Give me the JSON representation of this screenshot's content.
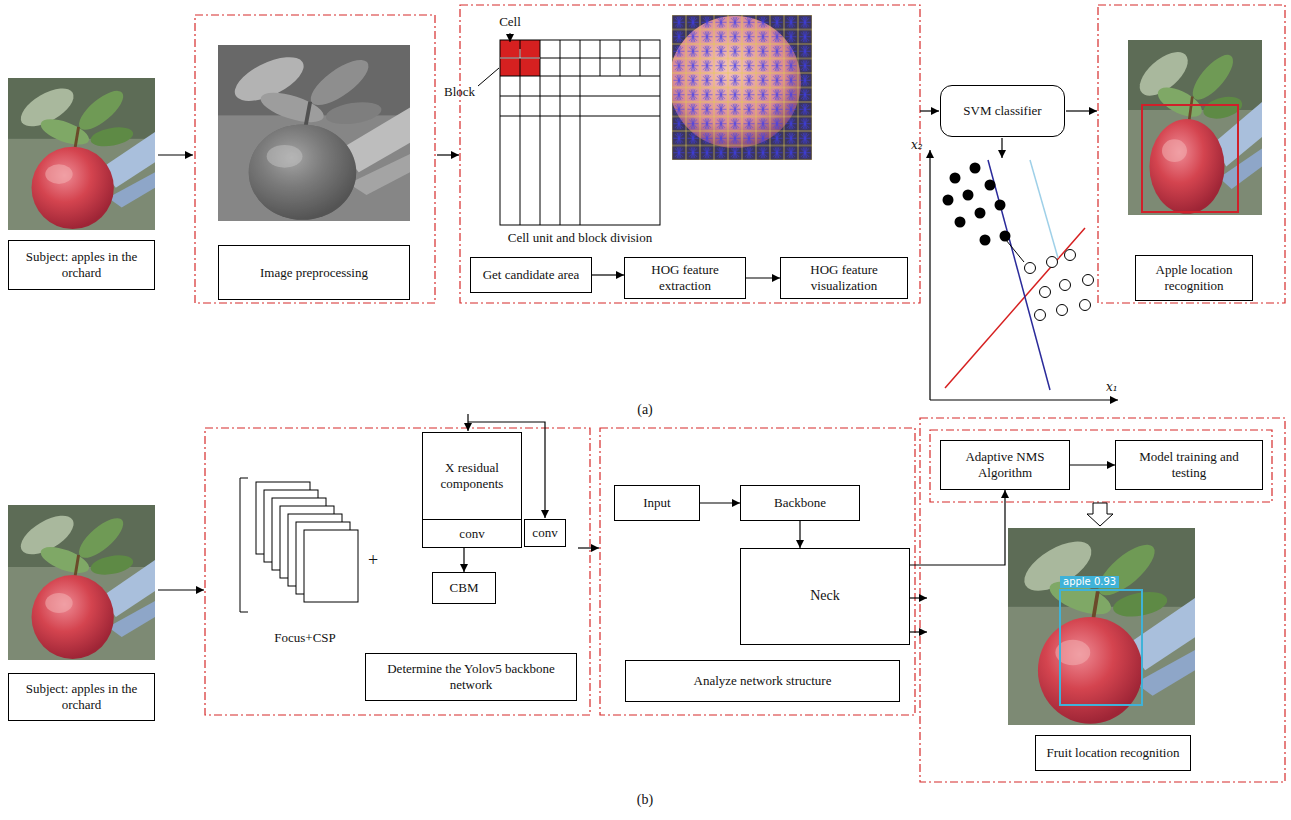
{
  "diagram": {
    "nodes": [
      {
        "text": [
          "Subject: apples in the orchard"
        ]
      },
      {
        "text": [
          "Image preprocessing"
        ]
      },
      {
        "text": [
          "Get candidate area"
        ]
      },
      {
        "text": [
          "HOG feature extraction"
        ]
      },
      {
        "text": [
          "HOG feature visualization"
        ]
      },
      {
        "text": [
          "SVM classifier"
        ]
      },
      {
        "text": [
          "Apple location recognition"
        ]
      },
      {
        "text": [
          "Subject: apples in the orchard"
        ]
      },
      {
        "text": [
          "X residual components",
          "conv"
        ]
      },
      {
        "text": [
          "conv"
        ]
      },
      {
        "text": [
          "CBM"
        ]
      },
      {
        "text": [
          "Determine the Yolov5 backbone network"
        ]
      },
      {
        "text": [
          "Input"
        ]
      },
      {
        "text": [
          "Backbone"
        ]
      },
      {
        "text": [
          "Neck"
        ]
      },
      {
        "text": [
          "Analyze network structure"
        ]
      },
      {
        "text": [
          "Adaptive NMS Algorithm"
        ]
      },
      {
        "text": [
          "Model training and testing"
        ]
      },
      {
        "text": [
          "Fruit location recognition"
        ]
      }
    ],
    "edges": [
      {
        "from": 2,
        "to": 3,
        "arrow": "to"
      },
      {
        "from": 3,
        "to": 4,
        "arrow": "to"
      },
      {
        "from": 8,
        "to": 10,
        "arrow": "to"
      },
      {
        "from": 12,
        "to": 13,
        "arrow": "to"
      },
      {
        "from": 13,
        "to": 14,
        "arrow": "to"
      },
      {
        "from": 14,
        "to": 16,
        "arrow": "to"
      },
      {
        "from": 16,
        "to": 17,
        "arrow": "to"
      }
    ],
    "labels": [
      "Cell",
      "Block",
      "Cell unit and block division",
      "x₂",
      "x₁",
      "(a)",
      "+",
      "Focus+CSP",
      "apple 0.93",
      "(b)"
    ]
  }
}
